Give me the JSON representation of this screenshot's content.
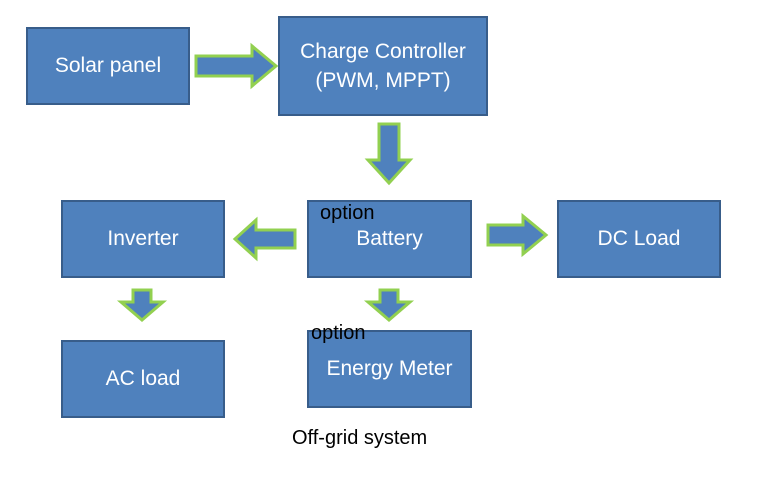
{
  "diagram": {
    "nodes": {
      "solar_panel": "Solar panel",
      "charge_controller": "Charge Controller\n(PWM, MPPT)",
      "inverter": "Inverter",
      "battery": "Battery",
      "dc_load": "DC Load",
      "ac_load": "AC load",
      "energy_meter": "Energy Meter"
    },
    "notes": {
      "battery_option": "option",
      "meter_option": "option"
    },
    "caption": "Off-grid system",
    "edges": [
      {
        "from": "Solar panel",
        "to": "Charge Controller"
      },
      {
        "from": "Charge Controller",
        "to": "Battery"
      },
      {
        "from": "Battery",
        "to": "Inverter"
      },
      {
        "from": "Battery",
        "to": "DC Load"
      },
      {
        "from": "Inverter",
        "to": "AC load"
      },
      {
        "from": "Battery",
        "to": "Energy Meter"
      }
    ],
    "colors": {
      "box_fill": "#4f81bd",
      "box_border": "#385d8a",
      "arrow_fill": "#4f81bd",
      "arrow_border": "#92d050"
    }
  }
}
